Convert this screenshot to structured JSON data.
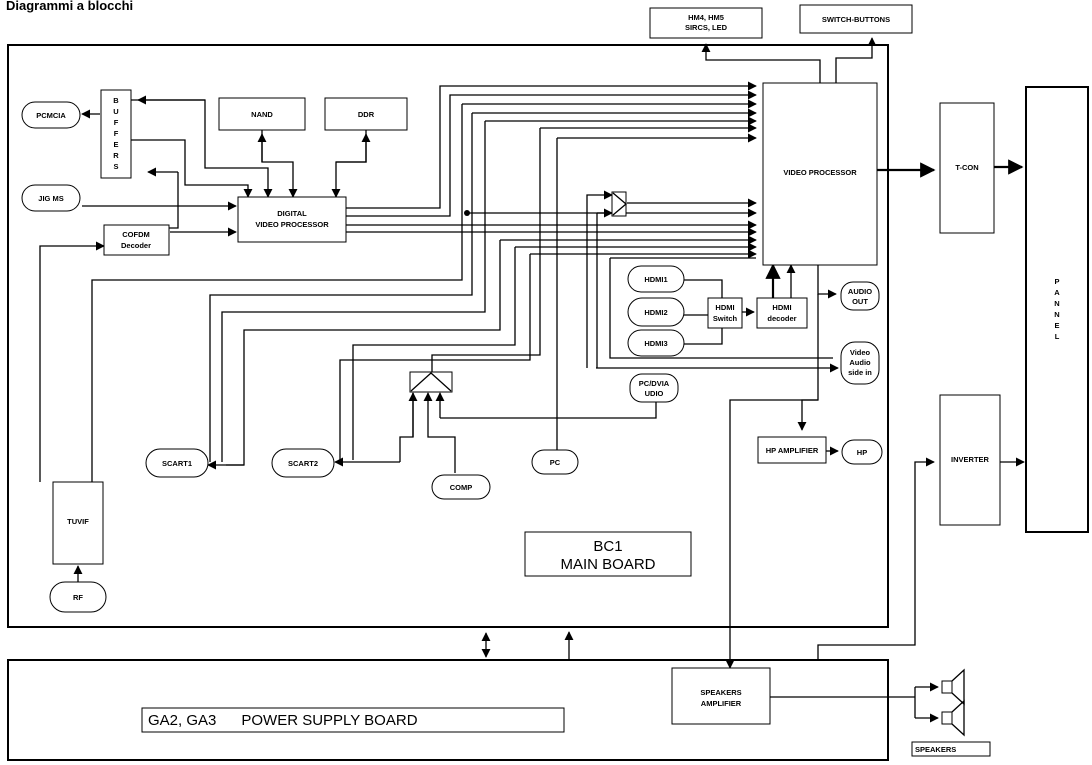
{
  "title": "Diagrammi a blocchi",
  "labels": {
    "hm": [
      "HM4, HM5",
      "SIRCS, LED"
    ],
    "switch_buttons": "SWITCH-BUTTONS",
    "pcmcia": "PCMCIA",
    "buffers": [
      "B",
      "U",
      "F",
      "F",
      "E",
      "R",
      "S"
    ],
    "nand": "NAND",
    "ddr": "DDR",
    "jig_ms": "JIG MS",
    "dvp": [
      "DIGITAL",
      "VIDEO PROCESSOR"
    ],
    "cofdm": [
      "COFDM",
      "Decoder"
    ],
    "video_processor": "VIDEO PROCESSOR",
    "tcon": "T-CON",
    "panel": [
      "P",
      "A",
      "N",
      "N",
      "E",
      "L"
    ],
    "hdmi1": "HDMI1",
    "hdmi2": "HDMI2",
    "hdmi3": "HDMI3",
    "hdmi_switch": [
      "HDMI",
      "Switch"
    ],
    "hdmi_decoder": [
      "HDMI",
      "decoder"
    ],
    "audio_out": [
      "AUDIO",
      "OUT"
    ],
    "video_audio": [
      "Video",
      "Audio",
      "side in"
    ],
    "pc_dvi": [
      "PC/DVIA",
      "UDIO"
    ],
    "hp_amplifier": "HP AMPLIFIER",
    "hp": "HP",
    "inverter": "INVERTER",
    "scart1": "SCART1",
    "scart2": "SCART2",
    "pc": "PC",
    "comp": "COMP",
    "tuvif": "TUVIF",
    "rf": "RF",
    "main_board": [
      "BC1",
      "MAIN BOARD"
    ],
    "power_board": "GA2, GA3      POWER SUPPLY BOARD",
    "speakers_amp": [
      "SPEAKERS",
      "AMPLIFIER"
    ],
    "speakers": "SPEAKERS"
  }
}
